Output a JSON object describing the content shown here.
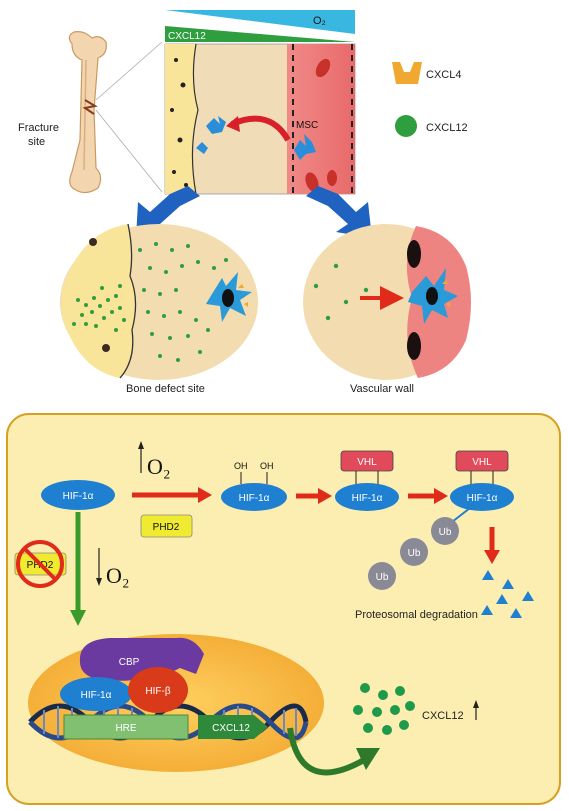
{
  "top_panel": {
    "fracture_site": [
      "Fracture",
      "site"
    ],
    "gradient_cxcl12": "CXCL12",
    "gradient_o2": "O₂",
    "msc_label": "MSC",
    "legend": [
      {
        "label": "CXCL4",
        "color": "#f0a830",
        "icon": "cup-shape"
      },
      {
        "label": "CXCL12",
        "color": "#2e9e3e",
        "icon": "circle"
      }
    ],
    "bone_defect_site": "Bone defect site",
    "vascular_wall": "Vascular wall"
  },
  "bottom_panel": {
    "hif1a": "HIF-1α",
    "o2": "O₂",
    "phd2": "PHD2",
    "oh": "OH",
    "vhl": "VHL",
    "ub": "Ub",
    "proteosomal": "Proteosomal degradation",
    "cbp": "CBP",
    "hif_beta": "HIF-β",
    "hre": "HRE",
    "cxcl12_gene": "CXCL12",
    "cxcl12_up": "CXCL12"
  },
  "colors": {
    "hif_blue": "#1f7fd0",
    "red_arrow": "#e02a1a",
    "green_arrow": "#3a9a2a",
    "panel_bg": "#fbeeb0",
    "vhl_box": "#e04a5a",
    "ub_gray": "#8a8a96"
  }
}
